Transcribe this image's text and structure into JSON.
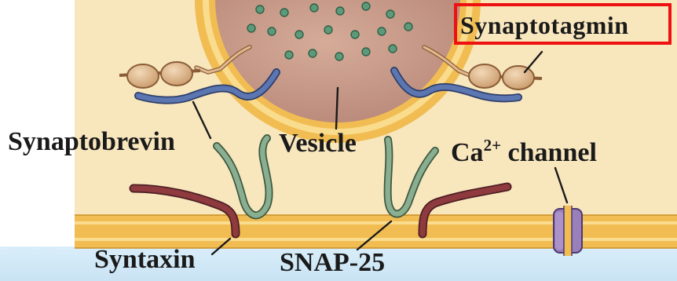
{
  "labels": {
    "synaptotagmin": "Synaptotagmin",
    "synaptobrevin": "Synaptobrevin",
    "vesicle": "Vesicle",
    "channel_ion": "Ca",
    "channel_charge": "2+",
    "channel_word": "channel",
    "syntaxin": "Syntaxin",
    "snap25": "SNAP-25"
  },
  "highlight": {
    "target": "Synaptotagmin",
    "color": "#ee1111"
  },
  "colors": {
    "background_cytoplasm": "#f8e6bd",
    "membrane": "#f1bd52",
    "extracellular": "#d6ecf8",
    "vesicle_fill": "#c89a88",
    "vesicle_granule": "#5c9a7a",
    "synaptobrevin": "#5b76b0",
    "synaptotagmin": "#ddb286",
    "syntaxin": "#8e3a3f",
    "snap25": "#8aae90",
    "ca_channel": "#9a80bb"
  }
}
